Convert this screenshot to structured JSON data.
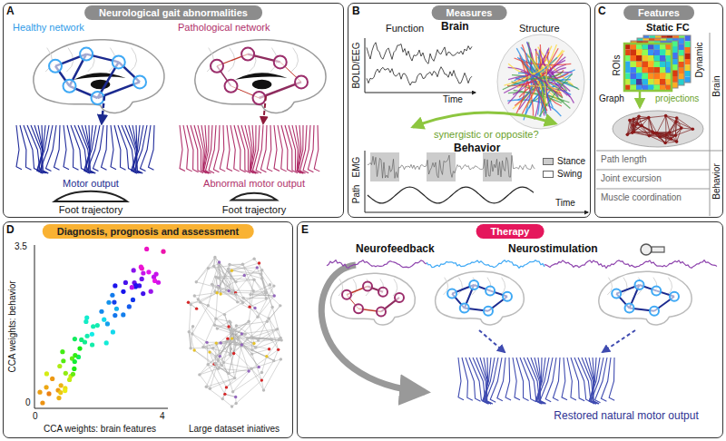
{
  "diagram": {
    "nodes": [
      {
        "text": [
          "Neurological gait abnormalities"
        ]
      },
      {
        "text": [
          "Measures"
        ]
      },
      {
        "text": [
          "Features"
        ]
      },
      {
        "text": [
          "Diagnosis, prognosis and assessment"
        ]
      },
      {
        "text": [
          "Therapy"
        ]
      }
    ],
    "labels": [
      "A",
      "Healthy network",
      "Pathological network",
      "Motor output",
      "Abnormal motor output",
      "Foot trajectory",
      "Foot trajectory",
      "B",
      "Function",
      "Brain",
      "Structure",
      "BOLD/EEG",
      "Time",
      "synergistic or opposite?",
      "Behavior",
      "EMG",
      "Path",
      "Time",
      "C",
      "Static FC",
      "ROIs",
      "Dynamic",
      "Graph",
      "projections",
      "Brain",
      "Path length",
      "Joint excursion",
      "Muscle coordination",
      "Behavior",
      "D",
      "3.5",
      "0",
      "0",
      "4",
      "CCA weights: behavior",
      "CCA weights: brain features",
      "Large dataset iniatives",
      "E",
      "Neurofeedback",
      "Neurostimulation",
      "Restored natural motor output"
    ],
    "legend": [
      {
        "text": "Stance",
        "color": "#cccccc"
      },
      {
        "text": "Swing",
        "color": "#ffffff"
      }
    ]
  }
}
